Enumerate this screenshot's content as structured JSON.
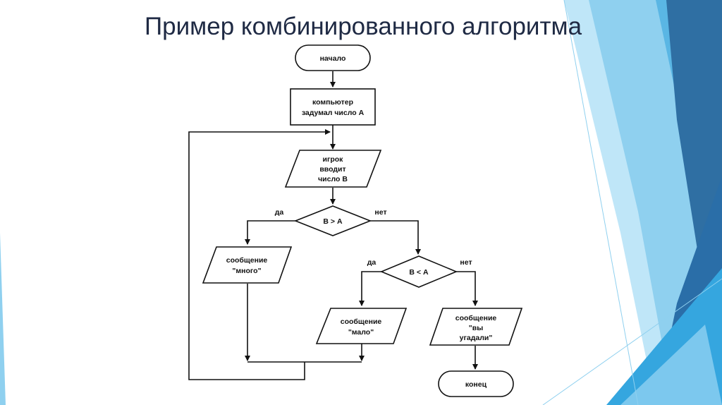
{
  "slide": {
    "title": "Пример комбинированного алгоритма"
  },
  "flowchart": {
    "start": "начало",
    "computer_chose": [
      "компьютер",
      "задумал число А"
    ],
    "player_input": [
      "игрок",
      "вводит",
      "число В"
    ],
    "condition_1": "В > А",
    "condition_1_yes": "да",
    "condition_1_no": "нет",
    "message_many": [
      "сообщение",
      "\"много\""
    ],
    "condition_2": "В < А",
    "condition_2_yes": "да",
    "condition_2_no": "нет",
    "message_few": [
      "сообщение",
      "\"мало\""
    ],
    "message_guessed": [
      "сообщение",
      "\"вы",
      "угадали\""
    ],
    "end": "конец"
  },
  "colors": {
    "title": "#1f2a44",
    "accent_dark": "#2a6ea8",
    "accent_mid": "#3f9fd8",
    "accent_light": "#9fd6f2"
  }
}
